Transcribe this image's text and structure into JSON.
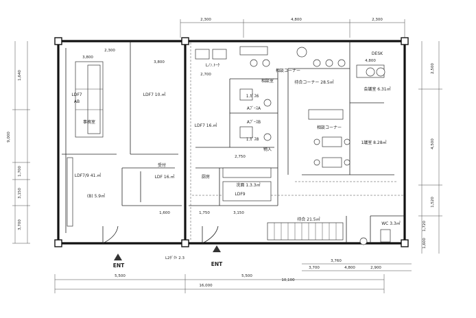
{
  "dimensions": {
    "top": [
      "2,300",
      "4,800",
      "2,300"
    ],
    "left_vertical": [
      "1,640",
      "9,000",
      "1,700",
      "3,150",
      "3,700"
    ],
    "right_vertical": [
      "2,500",
      "4,500",
      "1,520",
      "1,720",
      "1,600"
    ],
    "bottom": [
      "5,500",
      "5,500",
      "10,100",
      "16,000",
      "3,760",
      "4,800",
      "2,900",
      "3,700"
    ],
    "inner": [
      "3,800",
      "2,700",
      "3,800",
      "2,300",
      "4,800",
      "2,750",
      "3,150",
      "1,750",
      "1,600"
    ]
  },
  "rooms": {
    "left_office": "事務室",
    "left_area_a": "LDF7",
    "left_area_b": "AB",
    "reception": "受付",
    "room_a1": "AﾌﾞｰｽA",
    "room_a2": "AﾌﾞｰｽB",
    "counter": "相談コーナー",
    "hall_top": "Lﾉﾝ.ﾄｰｸ",
    "hall_top_sub": "相談室",
    "meeting1": "1.ｶﾞｽ6",
    "meeting2": "1.ｶﾞｽ8",
    "storage": "物入",
    "waiting": "待合コーナー 28.5㎡",
    "waiting2": "会議室 6.31㎡",
    "meeting_room": "1議室 8.28㎡",
    "corner": "相談コーナー",
    "big_area": "待合 21.5㎡",
    "wc": "WC 3.3㎡",
    "desk": "DESK",
    "left_bottom_room": "LDF7/9 41.㎡",
    "left_bottom_label": "(B) 5.9㎡",
    "left_top_room": "LDF7 10.㎡",
    "left_mid_room": "LDF7 16.㎡",
    "mid_room": "LDF 16.㎡",
    "washroom": "洗面 1.3.3㎡",
    "kitchen": "厨房",
    "tsm": "LDF9"
  },
  "labels": {
    "ent_left": "ENT",
    "ent_right": "ENT",
    "bottom_note": "L2ﾀﾞｸﾄ 2.3"
  }
}
